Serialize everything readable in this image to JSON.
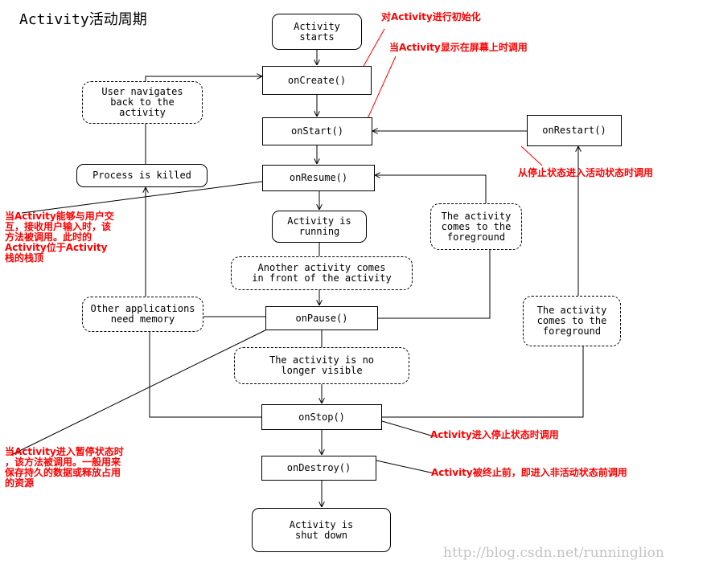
{
  "title": "Activity活动周期",
  "nodes": {
    "activity_starts": "Activity\nstarts",
    "on_create": "onCreate()",
    "on_start": "onStart()",
    "on_restart": "onRestart()",
    "on_resume": "onResume()",
    "activity_running": "Activity is\nrunning",
    "on_pause": "onPause()",
    "on_stop": "onStop()",
    "on_destroy": "onDestroy()",
    "activity_shut_down": "Activity is\nshut down",
    "user_navigates_back": "User navigates\nback to the\nactivity",
    "process_killed": "Process is killed",
    "other_apps_need_memory": "Other applications\nneed memory",
    "another_activity_front": "Another activity comes\nin front of the activity",
    "no_longer_visible": "The activity is no\nlonger visible",
    "comes_to_foreground_1": "The activity\ncomes to the\nforeground",
    "comes_to_foreground_2": "The activity\ncomes to the\nforeground"
  },
  "notes": {
    "on_create": "对Activity进行初始化",
    "on_start": "当Activity显示在屏幕上时调用",
    "on_restart": "从停止状态进入活动状态时调用",
    "on_resume": "当Activity能够与用户交\n互，接收用户输入时，该\n方法被调用。此时的\nActivity位于Activity\n栈的栈顶",
    "on_pause": "当Activity进入暂停状态时\n，该方法被调用。一般用来\n保存持久的数据或释放占用\n的资源",
    "on_stop": "Activity进入停止状态时调用",
    "on_destroy": "Activity被终止前，即进入非活动状态前调用"
  },
  "watermark": "http://blog.csdn.net/runninglion",
  "colors": {
    "note": "#ff0000",
    "line": "#000000",
    "watermark": "#c4c4c4"
  }
}
